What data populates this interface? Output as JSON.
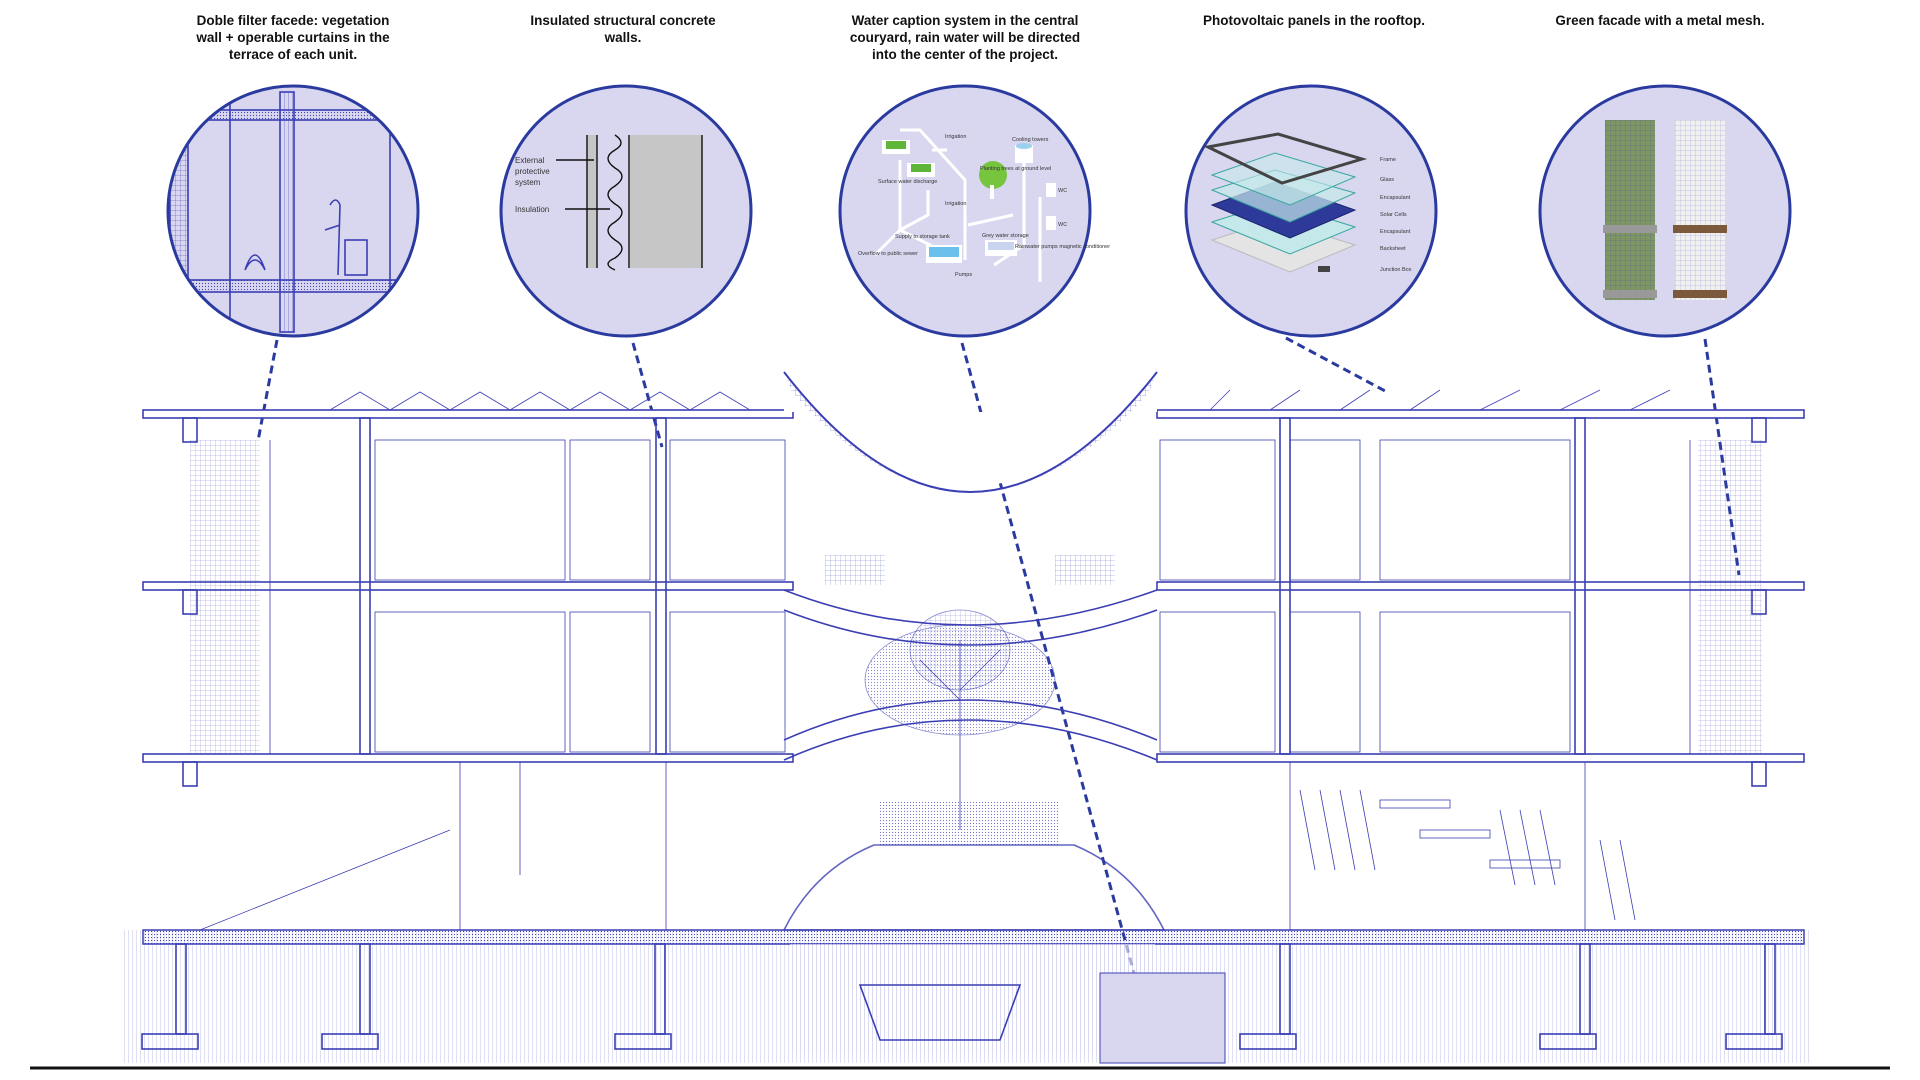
{
  "captions": [
    "Doble filter facede: vegetation\nwall + operable curtains in the\nterrace of each unit.",
    "Insulated  structural concrete\nwalls.",
    "Water caption system in the central\ncouryard, rain water will be directed\ninto the center of the project.",
    "Photovoltaic panels in the rooftop.",
    "Green facade with a metal mesh."
  ],
  "insulation_detail": {
    "label_external": "External",
    "label_external2": "protective",
    "label_external3": "system",
    "label_insulation": "Insulation"
  },
  "water_detail": {
    "irrigation_top": "Irrigation",
    "irrigation_mid": "Irrigation",
    "surface": "Surface water discharge",
    "planting": "Planting trees at ground level",
    "cooling": "Cooling towers",
    "wc1": "WC",
    "wc2": "WC",
    "overflow": "Overflow to public sewer",
    "supply": "Supply to storage tank",
    "grey": "Grey water storage",
    "pumps": "Pumps",
    "rainpump": "Rainwater pumps magnetic conditioner"
  },
  "pv_detail": [
    "Frame",
    "Glass",
    "Encapsulant",
    "Solar Cells",
    "Encapsulant",
    "Backsheet",
    "Junction Box"
  ],
  "colors": {
    "line": "#3b3fb3",
    "circle_fill": "#d9d7ef",
    "circle_border": "#2a3a9e",
    "ground": "#111111"
  }
}
